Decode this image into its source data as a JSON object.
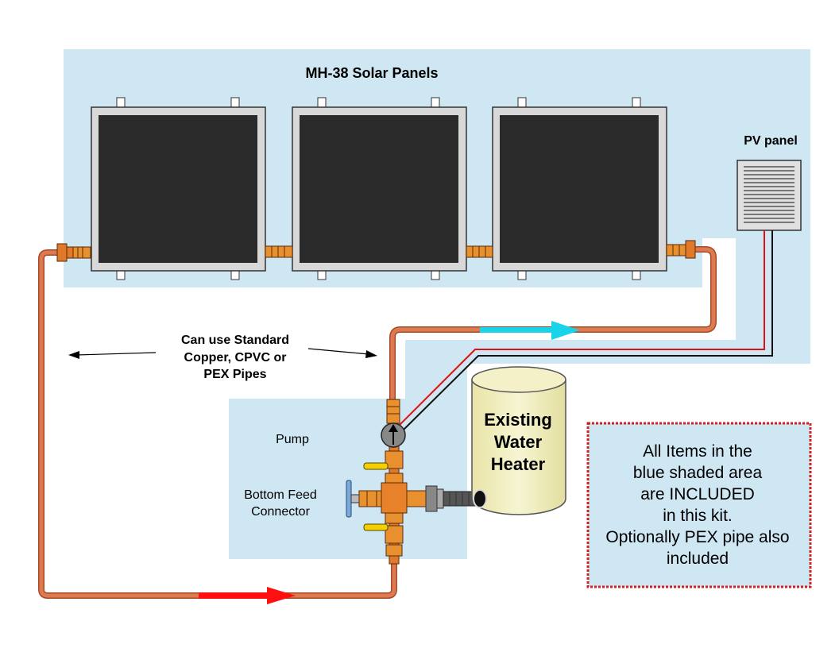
{
  "title": "MH-38 Solar Panels",
  "pv_label": "PV panel",
  "pipes_note": [
    "Can use Standard",
    "Copper, CPVC or",
    "PEX Pipes"
  ],
  "pump_label": "Pump",
  "connector_label": [
    "Bottom Feed",
    "Connector"
  ],
  "heater_label": [
    "Existing",
    "Water",
    "Heater"
  ],
  "kit_note": [
    "All Items in the",
    "blue shaded area",
    "are INCLUDED",
    "in this kit.",
    "Optionally PEX pipe also",
    "included"
  ],
  "colors": {
    "shade": "#cfe6f3",
    "panel_frame": "#d8d8d8",
    "panel_dark": "#2a2a2a",
    "pipe": "#d86a3e",
    "fitting": "#e07a2a",
    "flow_hot": "#19d3e8",
    "flow_cold": "#ff1010",
    "tank": "#f2efbf",
    "note_border": "#d32020"
  }
}
